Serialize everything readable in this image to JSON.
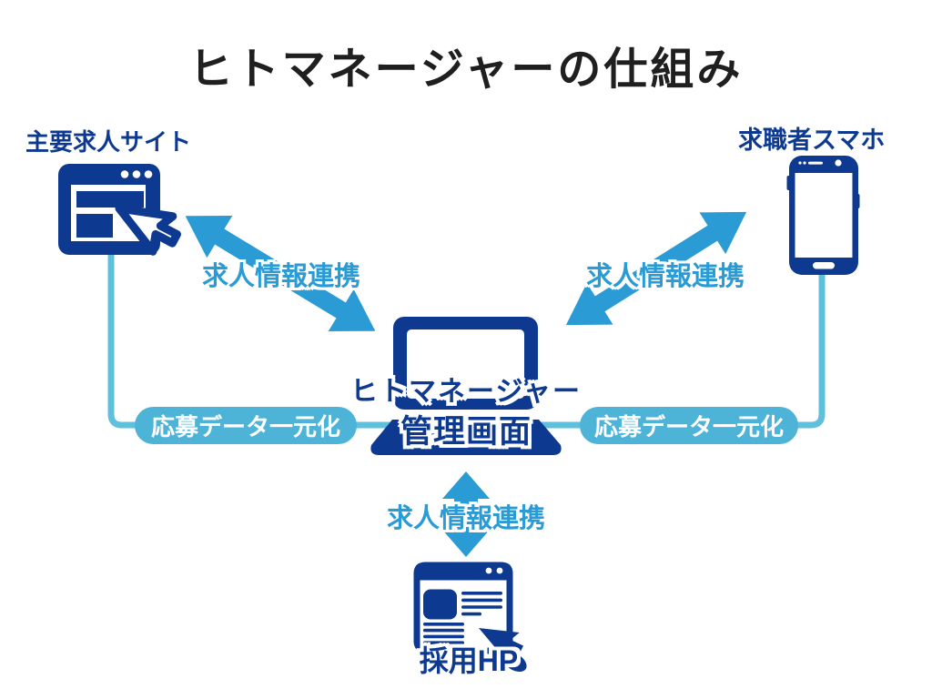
{
  "title": "ヒトマネージャーの仕組み",
  "nodes": {
    "job_sites": {
      "label": "主要求人サイト"
    },
    "seeker_phone": {
      "label": "求職者スマホ"
    },
    "manager": {
      "label_line1": "ヒトマネージャー",
      "label_line2": "管理画面"
    },
    "recruit_hp": {
      "label": "採用HP"
    }
  },
  "edges": {
    "left_arrow_label": "求人情報連携",
    "right_arrow_label": "求人情報連携",
    "bottom_arrow_label": "求人情報連携",
    "left_badge_label": "応募データ一元化",
    "right_badge_label": "応募データ一元化"
  },
  "colors": {
    "navy": "#0d3a90",
    "arrow_blue": "#2a9bd5",
    "line_cyan": "#5fc0de",
    "badge_cyan": "#4db4d8",
    "title_black": "#1f1f1f"
  }
}
